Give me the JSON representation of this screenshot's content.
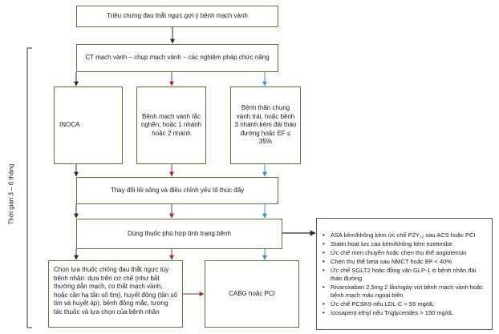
{
  "diagram": {
    "top_symptom": "Triệu chứng đau thắt ngực gợi ý bệnh mạch vành",
    "diagnostics": "CT mạch vành – chụp mạch vành – các nghiệm pháp chức năng",
    "branches": {
      "inoca": "INOCA",
      "cad_1_2": "Bệnh mạch vành tắc nghẽn, hoặc 1 nhánh hoặc 2 nhánh",
      "left_main_3v": "Bệnh thân chung vành trái, hoặc bệnh 3 nhánh kèm đái tháo đường hoặc EF ≤ 35%"
    },
    "lifestyle": "Thay đổi lối sống và điều chỉnh yếu tố thúc đẩy",
    "medication": "Dùng thuốc phù hợp tình trạng bệnh",
    "antianginal": "Chọn lựa thuốc chống đau thắt ngực tùy bệnh nhân: dựa trên cơ chế (như bất thường dẫn mạch, co thắt mạch vành, hoặc cần hạ tần số tim), huyết động (tần số tim và huyết áp), bệnh đồng mắc, tương tác thuốc và lựa chọn của bệnh nhân",
    "revasc": "CABG hoặc PCI",
    "period_label": "Thời gian 3 – 6 tháng",
    "therapy_list": [
      "ASA kèm/không kèm ức chế P2Y₁₂ sau ACS hoặc PCI",
      "Statin hoạt lực cao kèm/không kèm ezetimibe",
      "Ức chế men chuyển hoặc chẹn thụ thể angiotensin",
      "Chẹn thụ thể beta sau NMCT hoặc EF < 40%",
      "Ức chế SGLT2 hoặc đồng vận GLP-1 ở bệnh nhân đái tháo đường",
      "Rivaroxaban 2,5mg 2 lần/ngày với bệnh mạch vành hoặc bệnh mạch máu ngoại biên",
      "Ức chế PCSK9 nếu LDL-C > 55 mg/dL",
      "Icosapent ethyl nếu Triglycerides > 150 mg/dL"
    ],
    "colors": {
      "box_border": "#4f7d34",
      "arrow_dark": "#2b2b2b",
      "arrow_red": "#9e2b3a",
      "arrow_blue": "#3d8fc4",
      "bracket": "#333333"
    }
  }
}
